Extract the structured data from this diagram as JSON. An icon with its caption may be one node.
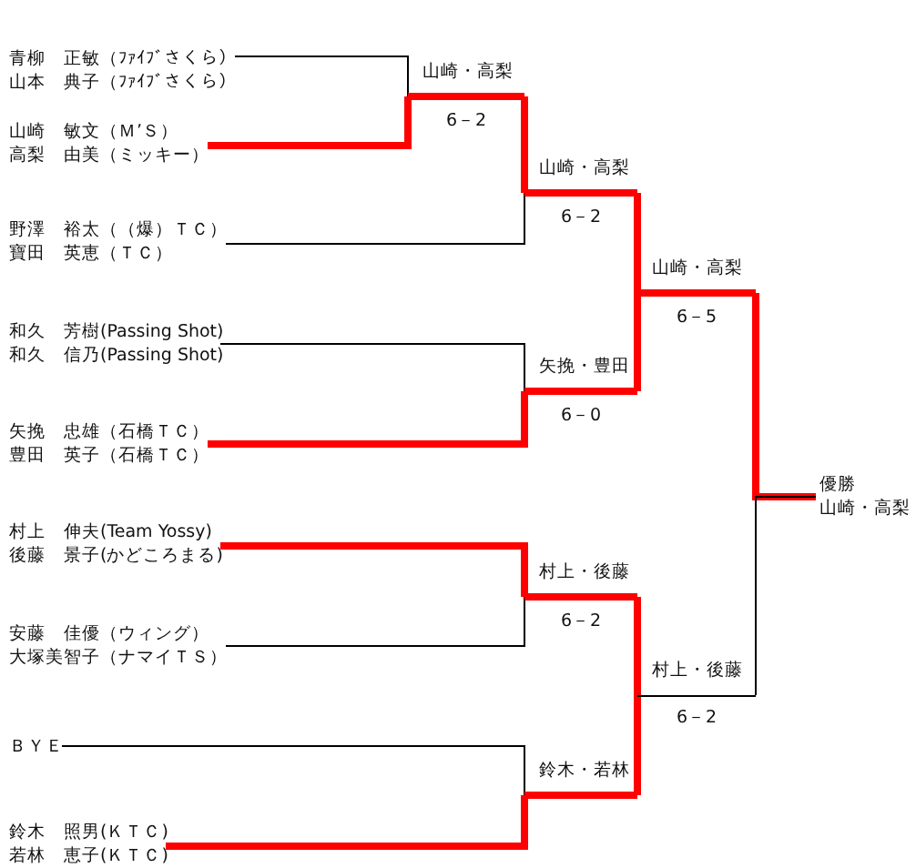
{
  "diagram": {
    "nodes": [
      {
        "text": [
          "青柳　正敏（ﾌｧｲﾌﾞさくら）",
          "山本　典子（ﾌｧｲﾌﾞさくら）"
        ]
      },
      {
        "text": [
          "山崎　敏文（Ｍ’Ｓ）",
          "高梨　由美（ミッキー）"
        ]
      },
      {
        "text": [
          "野澤　裕太（（爆）ＴＣ）",
          "寶田　英恵（ＴＣ）"
        ]
      },
      {
        "text": [
          "和久　芳樹(Passing Shot)",
          "和久　信乃(Passing Shot)"
        ]
      },
      {
        "text": [
          "矢挽　忠雄（石橋ＴＣ）",
          "豊田　英子（石橋ＴＣ）"
        ]
      },
      {
        "text": [
          "村上　伸夫(Team Yossy)",
          "後藤　景子(かどころまる)"
        ]
      },
      {
        "text": [
          "安藤　佳優（ウィング）",
          "大塚美智子（ナマイＴＳ）"
        ]
      },
      {
        "text": [
          "ＢＹＥ"
        ]
      },
      {
        "text": [
          "鈴木　照男(ＫＴＣ)",
          "若林　恵子(ＫＴＣ)"
        ]
      },
      {
        "text": [
          "山崎・高梨",
          "6－2"
        ]
      },
      {
        "text": [
          "山崎・高梨",
          "6－2"
        ]
      },
      {
        "text": [
          "矢挽・豊田",
          "6－0"
        ]
      },
      {
        "text": [
          "山崎・高梨",
          "6－5"
        ]
      },
      {
        "text": [
          "村上・後藤",
          "6－2"
        ]
      },
      {
        "text": [
          "鈴木・若林"
        ]
      },
      {
        "text": [
          "村上・後藤",
          "6－2"
        ]
      },
      {
        "text": [
          "優勝",
          "山崎・高梨"
        ]
      }
    ],
    "edges": [
      {
        "from": 0,
        "to": 9,
        "arrow": "none",
        "color": "#000000"
      },
      {
        "from": 1,
        "to": 9,
        "arrow": "none"
      },
      {
        "from": 9,
        "to": 10,
        "arrow": "none"
      },
      {
        "from": 2,
        "to": 10,
        "arrow": "none",
        "color": "#000000"
      },
      {
        "from": 3,
        "to": 11,
        "arrow": "none",
        "color": "#000000"
      },
      {
        "from": 4,
        "to": 11,
        "arrow": "none"
      },
      {
        "from": 10,
        "to": 12,
        "arrow": "none"
      },
      {
        "from": 11,
        "to": 12,
        "arrow": "none"
      },
      {
        "from": 12,
        "to": 16,
        "arrow": "none"
      },
      {
        "from": 5,
        "to": 13,
        "arrow": "none"
      },
      {
        "from": 6,
        "to": 13,
        "arrow": "none",
        "color": "#000000"
      },
      {
        "from": 7,
        "to": 14,
        "arrow": "none",
        "color": "#000000"
      },
      {
        "from": 8,
        "to": 14,
        "arrow": "none"
      },
      {
        "from": 13,
        "to": 15,
        "arrow": "none"
      },
      {
        "from": 14,
        "to": 15,
        "arrow": "none"
      },
      {
        "from": 15,
        "to": 16,
        "arrow": "none",
        "color": "#000000"
      }
    ]
  }
}
